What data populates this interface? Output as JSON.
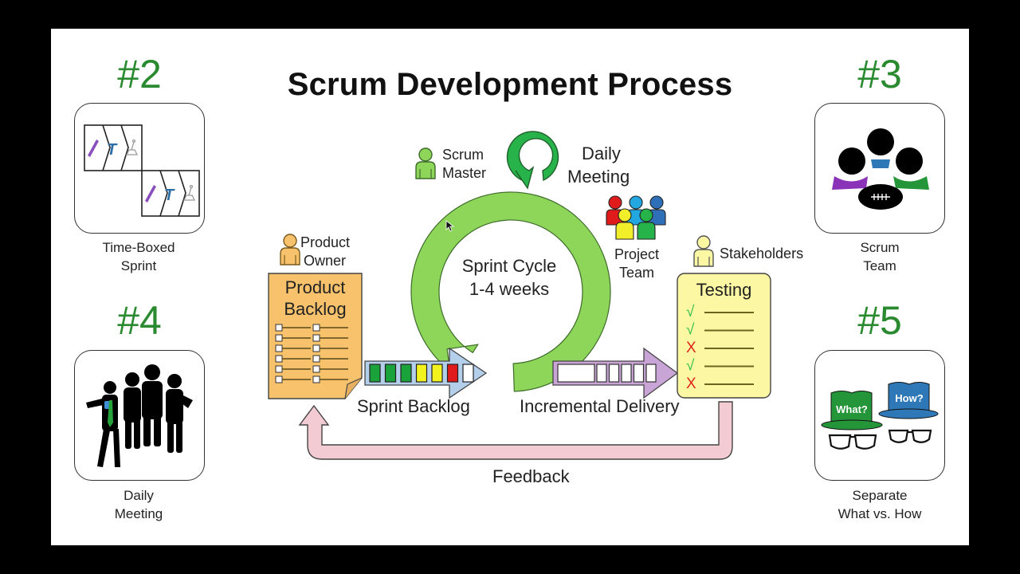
{
  "title": "Scrum Development Process",
  "colors": {
    "accent_green": "#2a8a2f",
    "cycle_green": "#8ed65a",
    "daily_green": "#27b34a",
    "backlog_orange": "#f7c26b",
    "testing_yellow": "#fbf7a3",
    "sprint_arrow_blue": "#b3cfea",
    "delivery_arrow_purple": "#c9a4d6",
    "feedback_pink": "#f2cbd3"
  },
  "corner_cards": [
    {
      "number": "#2",
      "caption_line1": "Time-Boxed",
      "caption_line2": "Sprint",
      "icon": "time-boxed-sprint-icon"
    },
    {
      "number": "#3",
      "caption_line1": "Scrum",
      "caption_line2": "Team",
      "icon": "scrum-team-icon"
    },
    {
      "number": "#4",
      "caption_line1": "Daily",
      "caption_line2": "Meeting",
      "icon": "daily-meeting-people-icon"
    },
    {
      "number": "#5",
      "caption_line1": "Separate",
      "caption_line2": "What vs. How",
      "icon": "what-how-hats-icon",
      "hat_labels": [
        "What?",
        "How?"
      ]
    }
  ],
  "diagram": {
    "roles": {
      "scrum_master": [
        "Scrum",
        "Master"
      ],
      "product_owner": [
        "Product",
        "Owner"
      ],
      "project_team": [
        "Project",
        "Team"
      ],
      "stakeholders": "Stakeholders"
    },
    "daily_meeting": [
      "Daily",
      "Meeting"
    ],
    "sprint_cycle": [
      "Sprint Cycle",
      "1-4 weeks"
    ],
    "product_backlog": {
      "title": [
        "Product",
        "Backlog"
      ],
      "rows": 6,
      "columns": 2
    },
    "sprint_backlog": {
      "label": "Sprint Backlog",
      "items": [
        "#1aa33a",
        "#1aa33a",
        "#1aa33a",
        "#f2f21e",
        "#f2f21e",
        "#e01b1b",
        "#ffffff"
      ]
    },
    "incremental_delivery": {
      "label": "Incremental Delivery",
      "segments": 6
    },
    "testing": {
      "title": "Testing",
      "results": [
        "pass",
        "pass",
        "fail",
        "pass",
        "fail"
      ],
      "pass_symbol": "√",
      "fail_symbol": "X"
    },
    "feedback": "Feedback"
  }
}
